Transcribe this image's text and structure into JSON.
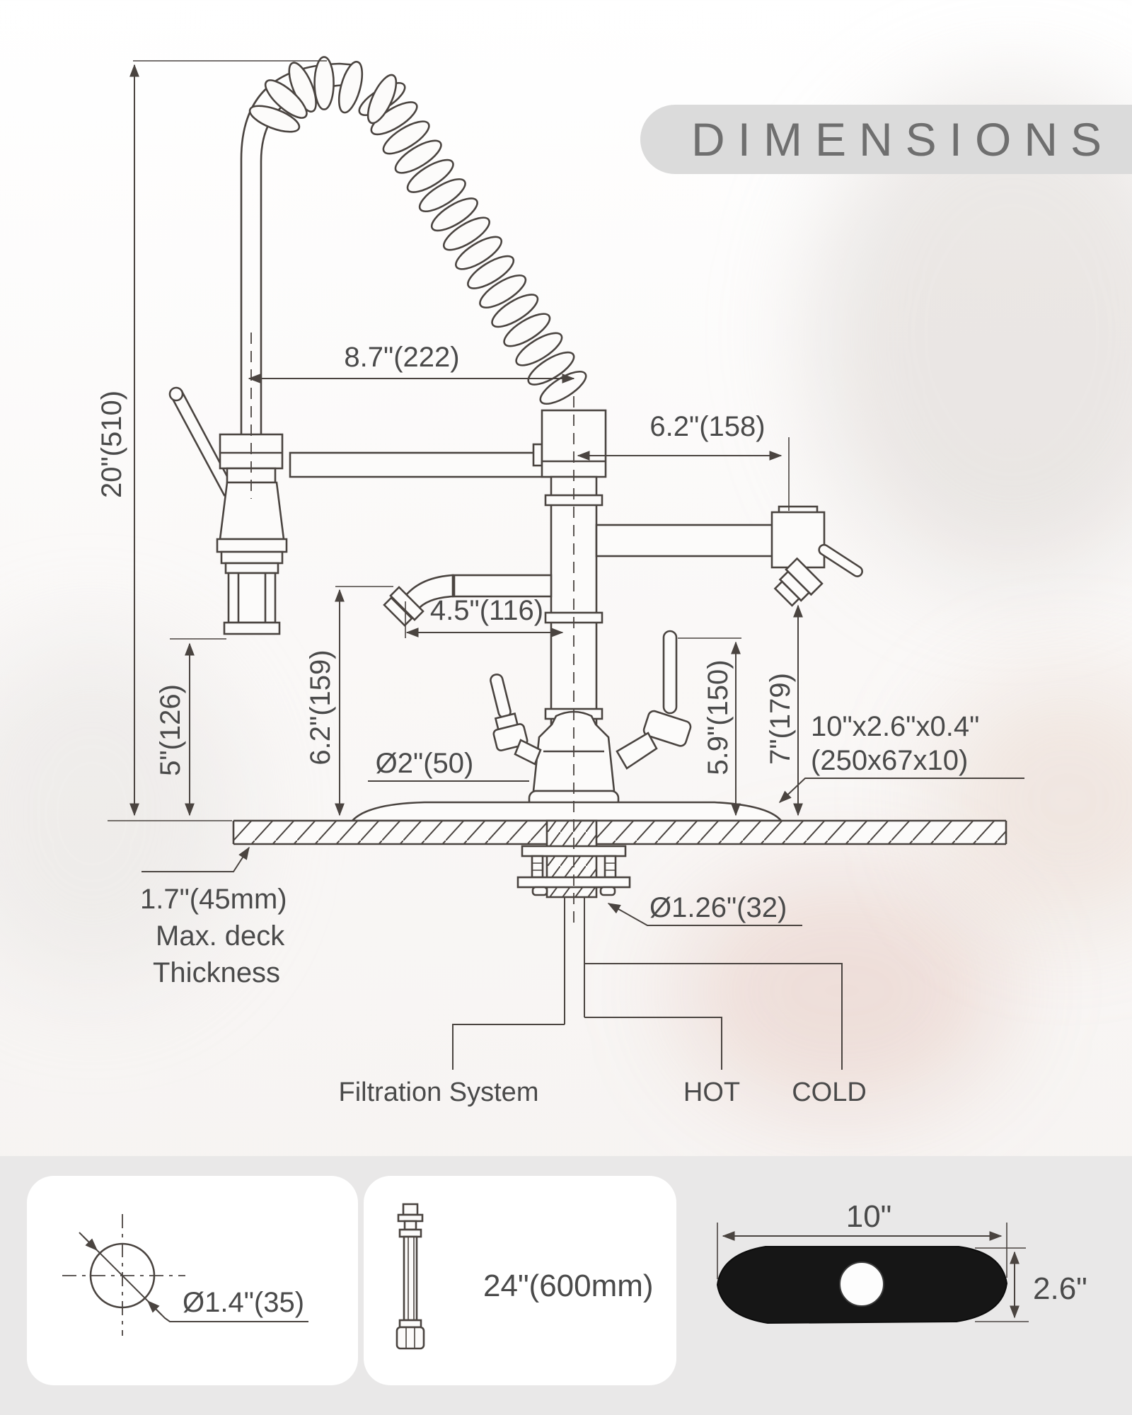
{
  "banner": {
    "title": "DIMENSIONS"
  },
  "diagram": {
    "dim_total_height": "20\"(510)",
    "dim_top_reach": "8.7\"(222)",
    "dim_right_reach": "6.2\"(158)",
    "dim_spout_reach": "4.5\"(116)",
    "dim_spout_height": "6.2\"(159)",
    "dim_sprayer_height": "5\"(126)",
    "dim_base_diameter": "Ø2\"(50)",
    "dim_handle_height": "5.9\"(150)",
    "dim_head_height": "7\"(179)",
    "dim_plate_line1": "10\"x2.6\"x0.4\"",
    "dim_plate_line2": "(250x67x10)",
    "deck_note_line1": "1.7\"(45mm)",
    "deck_note_line2": "Max. deck",
    "deck_note_line3": "Thickness",
    "dim_shank": "Ø1.26\"(32)",
    "label_filtration": "Filtration System",
    "label_hot": "HOT",
    "label_cold": "COLD"
  },
  "panels": {
    "hole_diameter": "Ø1.4\"(35)",
    "hose_length": "24\"(600mm)",
    "plate_width": "10\"",
    "plate_height": "2.6\""
  },
  "colors": {
    "line": "#4a4440",
    "banner_bg": "#dbdbdb",
    "banner_text": "#6f6f6f",
    "plate_black": "#161616",
    "section_bg": "#e9e8e8"
  }
}
